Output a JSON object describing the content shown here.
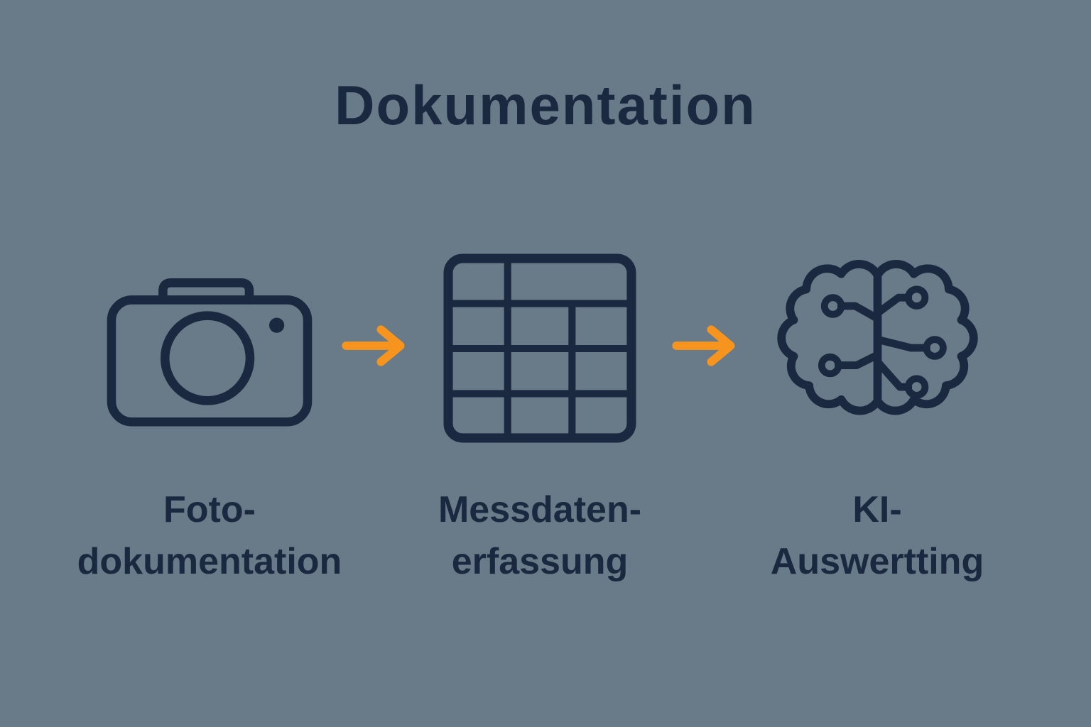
{
  "title": "Dokumentation",
  "colors": {
    "background": "#697a88",
    "ink": "#1b2940",
    "accent": "#f7941d"
  },
  "steps": [
    {
      "icon": "camera-icon",
      "label_line1": "Foto-",
      "label_line2": "dokumentation"
    },
    {
      "icon": "table-icon",
      "label_line1": "Messdaten-",
      "label_line2": "erfassung"
    },
    {
      "icon": "brain-icon",
      "label_line1": "KI-",
      "label_line2": "Auswertting"
    }
  ],
  "arrows": [
    {
      "icon": "arrow-right-icon"
    },
    {
      "icon": "arrow-right-icon"
    }
  ]
}
